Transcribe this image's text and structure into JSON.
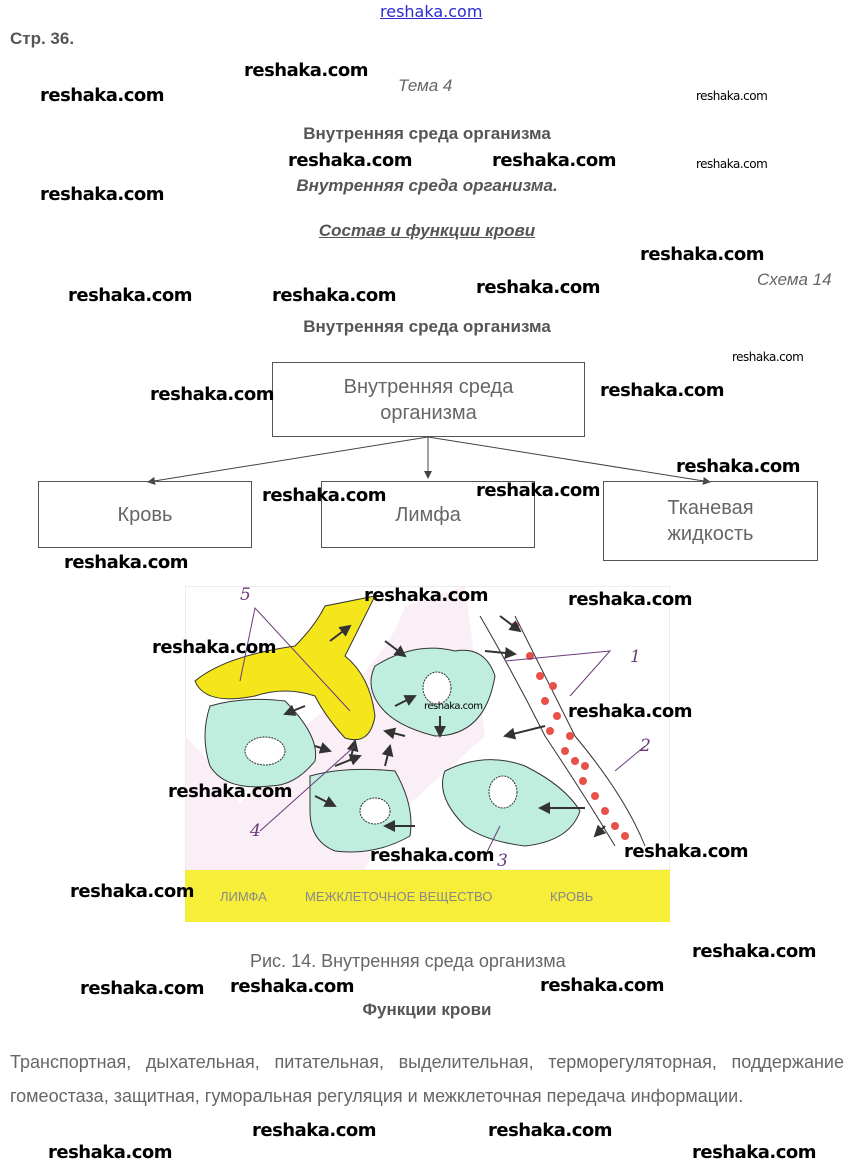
{
  "header_link": "reshaka.com",
  "page_ref": "Стр. 36.",
  "topic": "Тема 4",
  "heading1": "Внутренняя среда организма",
  "heading2": "Внутренняя среда организма.",
  "heading3": "Состав и функции крови",
  "scheme_label": "Схема 14",
  "scheme_title": "Внутренняя среда организма",
  "diagram": {
    "root_line1": "Внутренняя среда",
    "root_line2": "организма",
    "child1": "Кровь",
    "child2": "Лимфа",
    "child3_line1": "Тканевая",
    "child3_line2": "жидкость"
  },
  "figure": {
    "numbers": [
      "1",
      "2",
      "3",
      "4",
      "5"
    ],
    "legend": [
      "ЛИМФА",
      "МЕЖКЛЕТОЧНОЕ ВЕЩЕСТВО",
      "КРОВЬ"
    ],
    "caption": "Рис. 14. Внутренняя среда организма",
    "colors": {
      "lymph": "#f5e61c",
      "cell": "#bfeede",
      "blood": "#e8504a",
      "legend_bar": "#f7ee3a"
    }
  },
  "functions_title": "Функции крови",
  "functions_text": "Транспортная, дыхательная, питательная, выделительная, терморегуляторная, поддержание гомеостаза, защитная, гуморальная регуляция и межклеточная передача информации.",
  "watermark": "reshaka.com"
}
